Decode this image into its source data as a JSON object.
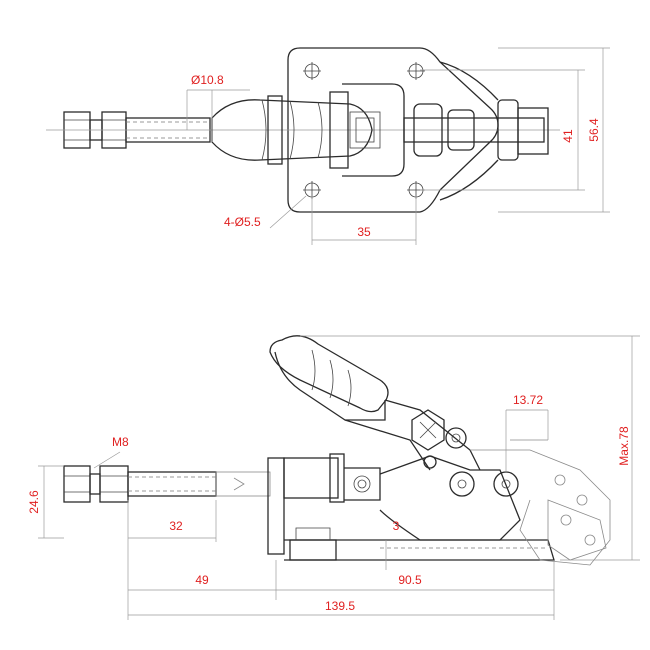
{
  "dimensions": {
    "rod_diameter": "Ø10.8",
    "height_41": "41",
    "height_56_4": "56.4",
    "mount_holes": "4-Ø5.5",
    "hole_spacing": "35",
    "thread": "M8",
    "height_24_6": "24.6",
    "length_32": "32",
    "offset_3": "3",
    "length_49": "49",
    "length_90_5": "90.5",
    "length_139_5": "139.5",
    "width_13_72": "13.72",
    "max_height": "Max.78"
  },
  "colors": {
    "dimension_text": "#e02020",
    "outline": "#2b2b2b",
    "dimension_line": "#9a9a9a"
  }
}
